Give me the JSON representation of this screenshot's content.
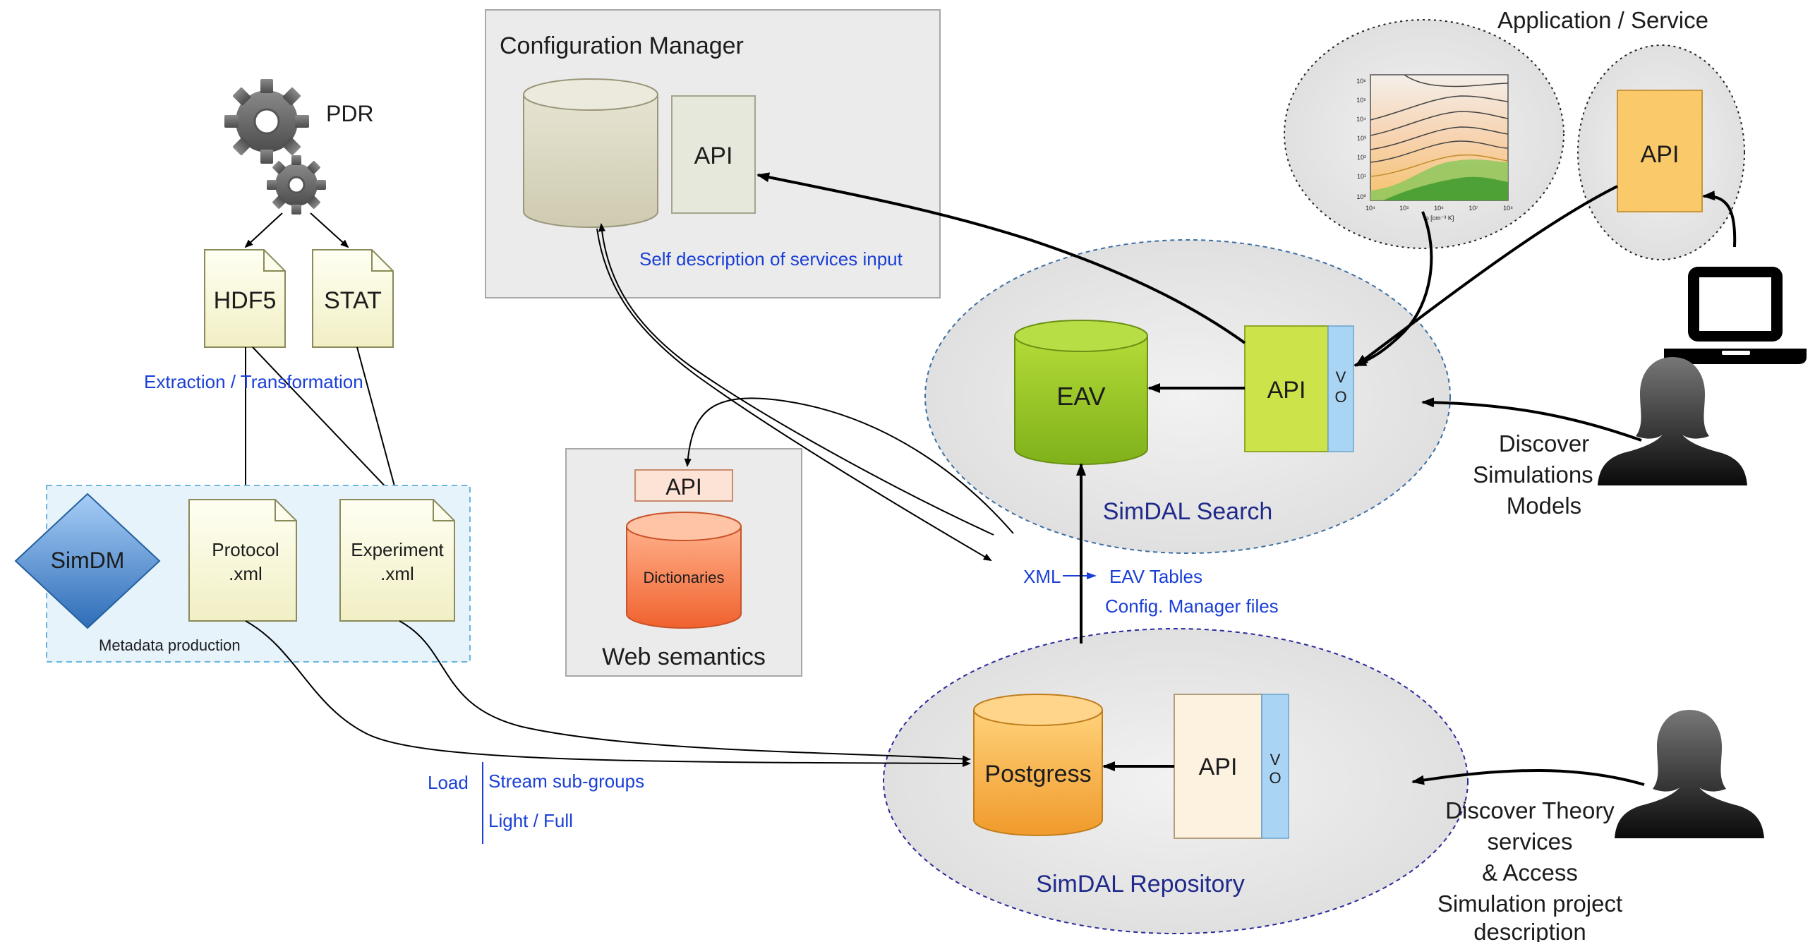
{
  "pdr": {
    "label": "PDR"
  },
  "files": {
    "hdf5": "HDF5",
    "stat": "STAT"
  },
  "extraction": {
    "label": "Extraction / Transformation"
  },
  "metadata": {
    "simdm": "SimDM",
    "protocol_line1": "Protocol",
    "protocol_line2": ".xml",
    "experiment_line1": "Experiment",
    "experiment_line2": ".xml",
    "caption": "Metadata production"
  },
  "config_manager": {
    "title": "Configuration Manager",
    "api": "API",
    "self_description": "Self description of services input"
  },
  "web_semantics": {
    "api": "API",
    "dictionaries": "Dictionaries",
    "title": "Web semantics"
  },
  "app_service": {
    "title": "Application / Service",
    "api": "API"
  },
  "search": {
    "eav": "EAV",
    "api": "API",
    "vo": [
      "V",
      "O"
    ],
    "title": "SimDAL Search"
  },
  "repository": {
    "db": "Postgress",
    "api": "API",
    "vo": [
      "V",
      "O"
    ],
    "title": "SimDAL Repository"
  },
  "xml_flow": {
    "xml": "XML",
    "eav_tables": "EAV Tables",
    "config_files": "Config. Manager files"
  },
  "load": {
    "label": "Load",
    "stream": "Stream sub-groups",
    "light_full": "Light / Full"
  },
  "discover_search": [
    "Discover",
    "Simulations &",
    "Models"
  ],
  "discover_repo": [
    "Discover Theory",
    "services",
    "& Access",
    "Simulation project",
    "description"
  ],
  "plot_ticks": {
    "y": [
      "10⁶",
      "10⁵",
      "10⁴",
      "10³",
      "10²",
      "10¹",
      "10⁰"
    ],
    "x": [
      "10⁴",
      "10⁵",
      "10⁶",
      "10⁷",
      "10⁸"
    ],
    "xlabel": "ρ [cm⁻³ K]"
  },
  "colors": {
    "panel_gray": "#ebebeb",
    "eav_green": "#9ac920",
    "postgress_orange": "#f6a63a",
    "dictionaries_orange": "#f6733e",
    "api_yellow": "#f9c96a",
    "api_green": "#cde34a",
    "vo_blue": "#a9d4f4",
    "label_blue": "#1a3fd6",
    "title_navy": "#1f2a8a"
  },
  "icons": [
    "gear-icon",
    "document-icon",
    "database-icon",
    "laptop-icon",
    "person-icon",
    "diamond-shape"
  ]
}
